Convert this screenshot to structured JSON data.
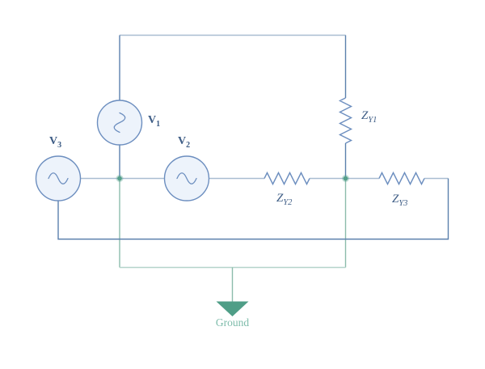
{
  "components": {
    "sources": [
      {
        "name": "v1",
        "label_base": "V",
        "label_sub": "1"
      },
      {
        "name": "v2",
        "label_base": "V",
        "label_sub": "2"
      },
      {
        "name": "v3",
        "label_base": "V",
        "label_sub": "3"
      }
    ],
    "impedances": [
      {
        "name": "zy1",
        "label_base": "Z",
        "label_sub": "Y1"
      },
      {
        "name": "zy2",
        "label_base": "Z",
        "label_sub": "Y2"
      },
      {
        "name": "zy3",
        "label_base": "Z",
        "label_sub": "Y3"
      }
    ],
    "ground": {
      "label": "Ground"
    }
  },
  "colors": {
    "background": "#ffffff",
    "wire_blue_light": "#a9bdd1",
    "wire_blue_dark": "#5b80ad",
    "component_stroke": "#6c8ebf",
    "source_fill": "#edf3fb",
    "label_text": "#3d5c85",
    "ground_line": "#8cbcac",
    "ground_line_light": "#b5d4ca",
    "ground_fill": "#4f9e87",
    "ground_label": "#7ebcab",
    "junction_dot": "#55a08b"
  }
}
